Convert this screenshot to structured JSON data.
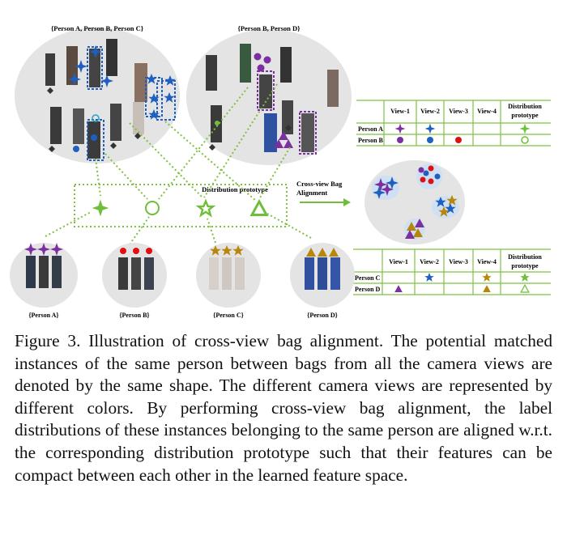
{
  "figure": {
    "bag_top_left_label": "{Person A, Person B, Person C}",
    "bag_top_right_label": "{Person B, Person D}",
    "prototype_label": "Distribution prototype",
    "arrow_label_line1": "Cross-view Bag",
    "arrow_label_line2": "Alignment",
    "bottom_bag_labels": [
      "{Person A}",
      "{Person B}",
      "{Person C}",
      "{Person D}"
    ],
    "table_top": {
      "headers": [
        "View-1",
        "View-2",
        "View-3",
        "View-4",
        "Distribution",
        "prototype"
      ],
      "rows": [
        "Person A",
        "Person B"
      ]
    },
    "table_bottom": {
      "headers": [
        "View-1",
        "View-2",
        "View-3",
        "View-4",
        "Distribution",
        "prototype"
      ],
      "rows": [
        "Person C",
        "Person D"
      ]
    },
    "colors": {
      "view1": "#7b2fa0",
      "view2": "#1f5fc0",
      "view3": "#e01010",
      "view4": "#b8860b",
      "prototype": "#6fbf3a",
      "dotted": "#7fc040",
      "grey_bag": "#e4e4e4"
    }
  },
  "caption": {
    "text": "Figure 3. Illustration of cross-view bag alignment. The potential matched instances of the same person between bags from all the camera views are denoted by the same shape. The different camera views are represented by different colors. By performing cross-view bag alignment, the label distributions of these instances belonging to the same person are aligned w.r.t. the corresponding distribution prototype such that their features can be compact between each other in the learned feature space."
  }
}
